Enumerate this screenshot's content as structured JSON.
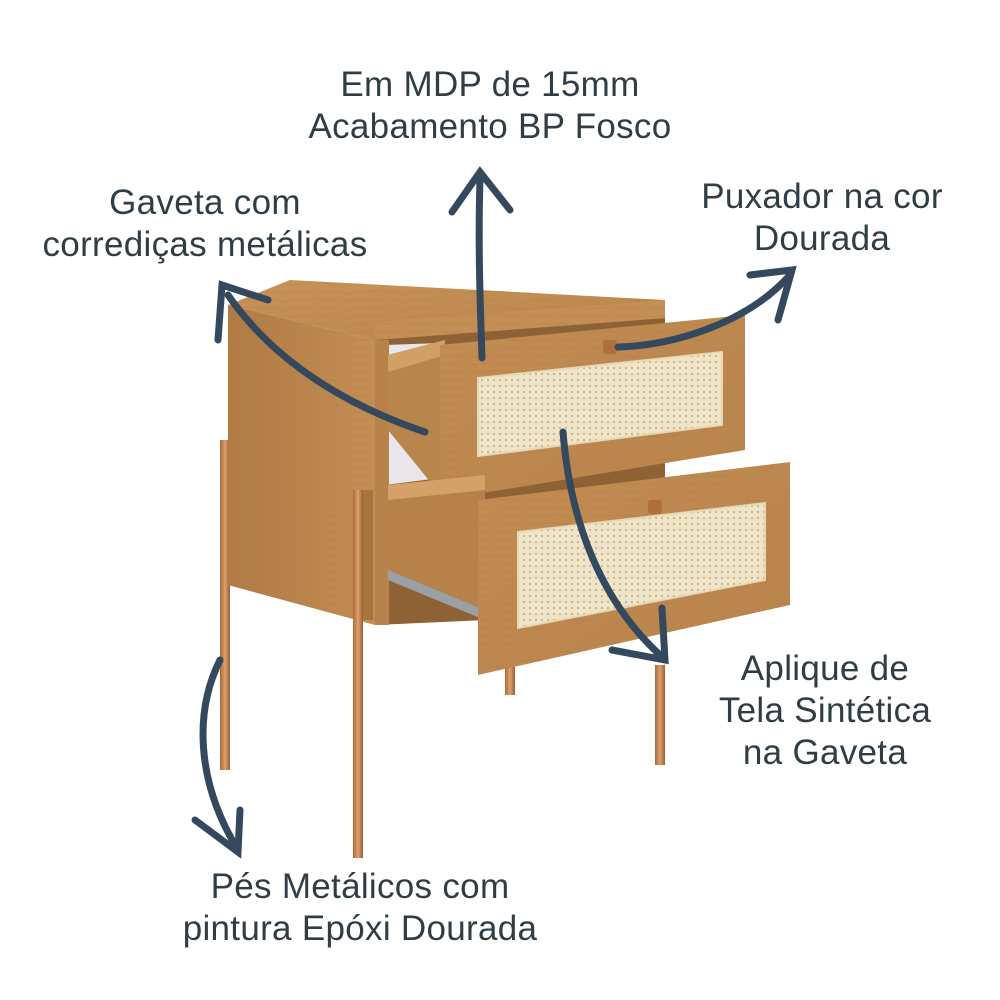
{
  "colors": {
    "text": "#2f3e46",
    "arrow": "#34495e",
    "wood_light": "#c9955a",
    "wood_mid": "#b8854c",
    "wood_dark": "#9c6d39",
    "rattan": "#efe2c6",
    "gold_leg": "#c0804a",
    "background": "#ffffff"
  },
  "labels": {
    "material": {
      "line1": "Em MDP de 15mm",
      "line2": "Acabamento BP Fosco"
    },
    "drawer_slides": {
      "line1": "Gaveta com",
      "line2": "corrediças metálicas"
    },
    "handle": {
      "line1": "Puxador na cor",
      "line2": "Dourada"
    },
    "rattan_panel": {
      "line1": "Aplique de",
      "line2": "Tela Sintética",
      "line3": "na Gaveta"
    },
    "legs": {
      "line1": "Pés Metálicos com",
      "line2": "pintura Epóxi Dourada"
    }
  },
  "product": {
    "type": "nightstand",
    "drawers": 2,
    "features": [
      "MDP 15mm body",
      "metal drawer slides",
      "gold handles",
      "synthetic rattan inlay",
      "gold epoxy metal legs"
    ]
  }
}
